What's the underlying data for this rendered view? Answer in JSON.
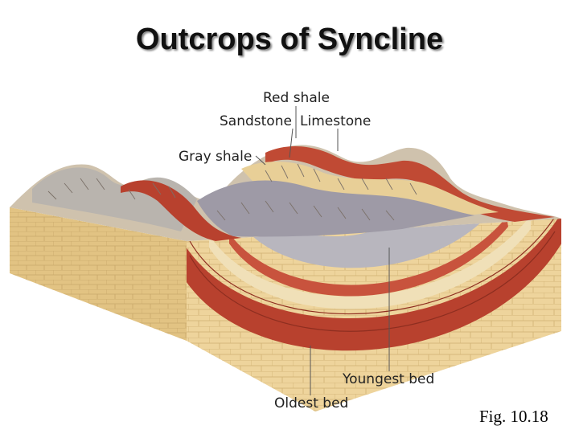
{
  "title": "Outcrops of Syncline",
  "labels": {
    "red_shale": "Red shale",
    "sandstone": "Sandstone",
    "limestone": "Limestone",
    "gray_shale": "Gray shale",
    "youngest_bed": "Youngest bed",
    "oldest_bed": "Oldest bed"
  },
  "figure_caption": "Fig. 10.18",
  "colors": {
    "sandstone": "#e8cf97",
    "limestone_bed": "#f0e0b8",
    "red_shale": "#b8412e",
    "gray_shale": "#a9a9b6",
    "block_side": "#e2c383",
    "block_front": "#eed49c"
  }
}
